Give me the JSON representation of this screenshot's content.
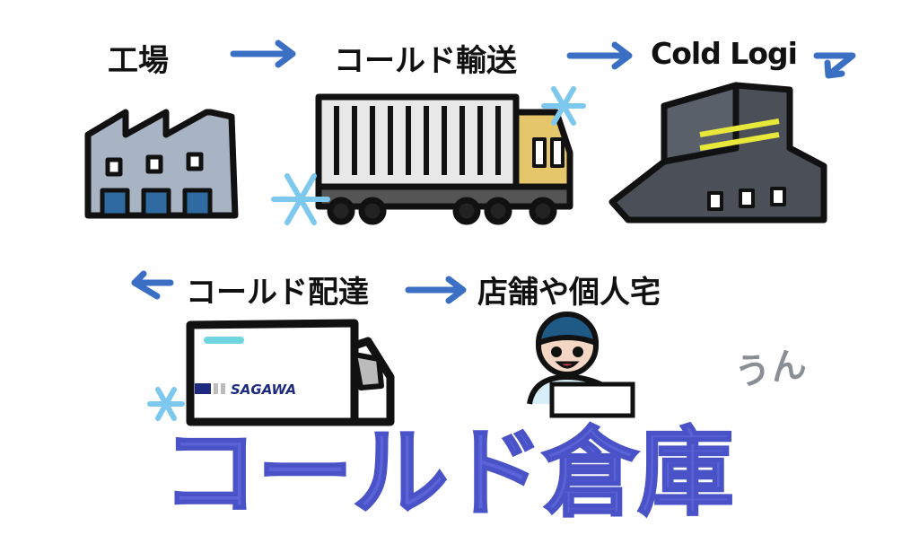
{
  "steps": {
    "factory": "工場",
    "cold_transport": "コールド輸送",
    "cold_logi": "Cold Logi",
    "cold_delivery": "コールド配達",
    "destination": "店舗や個人宅"
  },
  "truck_brand": "SAGAWA",
  "title": "コールド倉庫",
  "aside": "うん",
  "colors": {
    "arrow": "#3b6fc4",
    "title": "#5b63d8",
    "ice": "#7cc8ee"
  }
}
